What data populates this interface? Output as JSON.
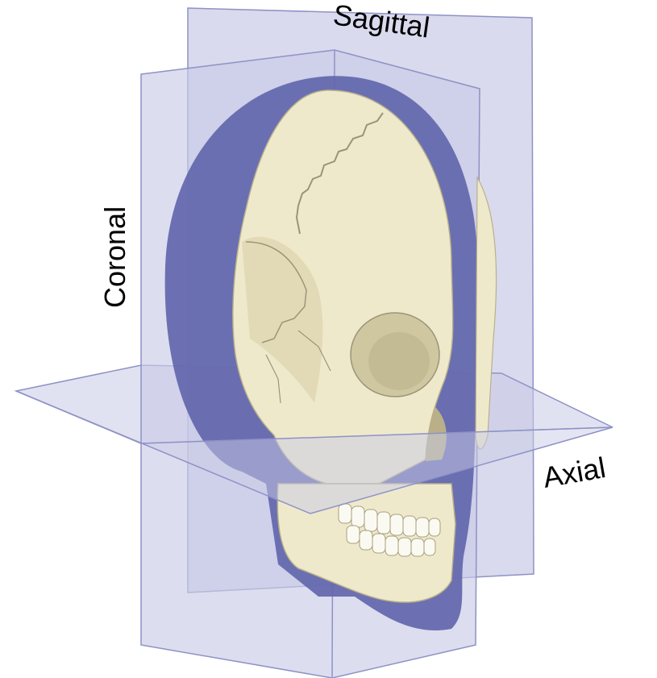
{
  "labels": {
    "sagittal": "Sagittal",
    "coronal": "Coronal",
    "axial": "Axial"
  },
  "colors": {
    "plane_fill": "#c9cbe6",
    "plane_edge": "#8e92c6",
    "section_fill": "#6266ad",
    "bone": "#efe9cc",
    "bone_shadow": "#d9d0a8",
    "suture": "#9c9478",
    "tooth": "#fbfaf2"
  }
}
